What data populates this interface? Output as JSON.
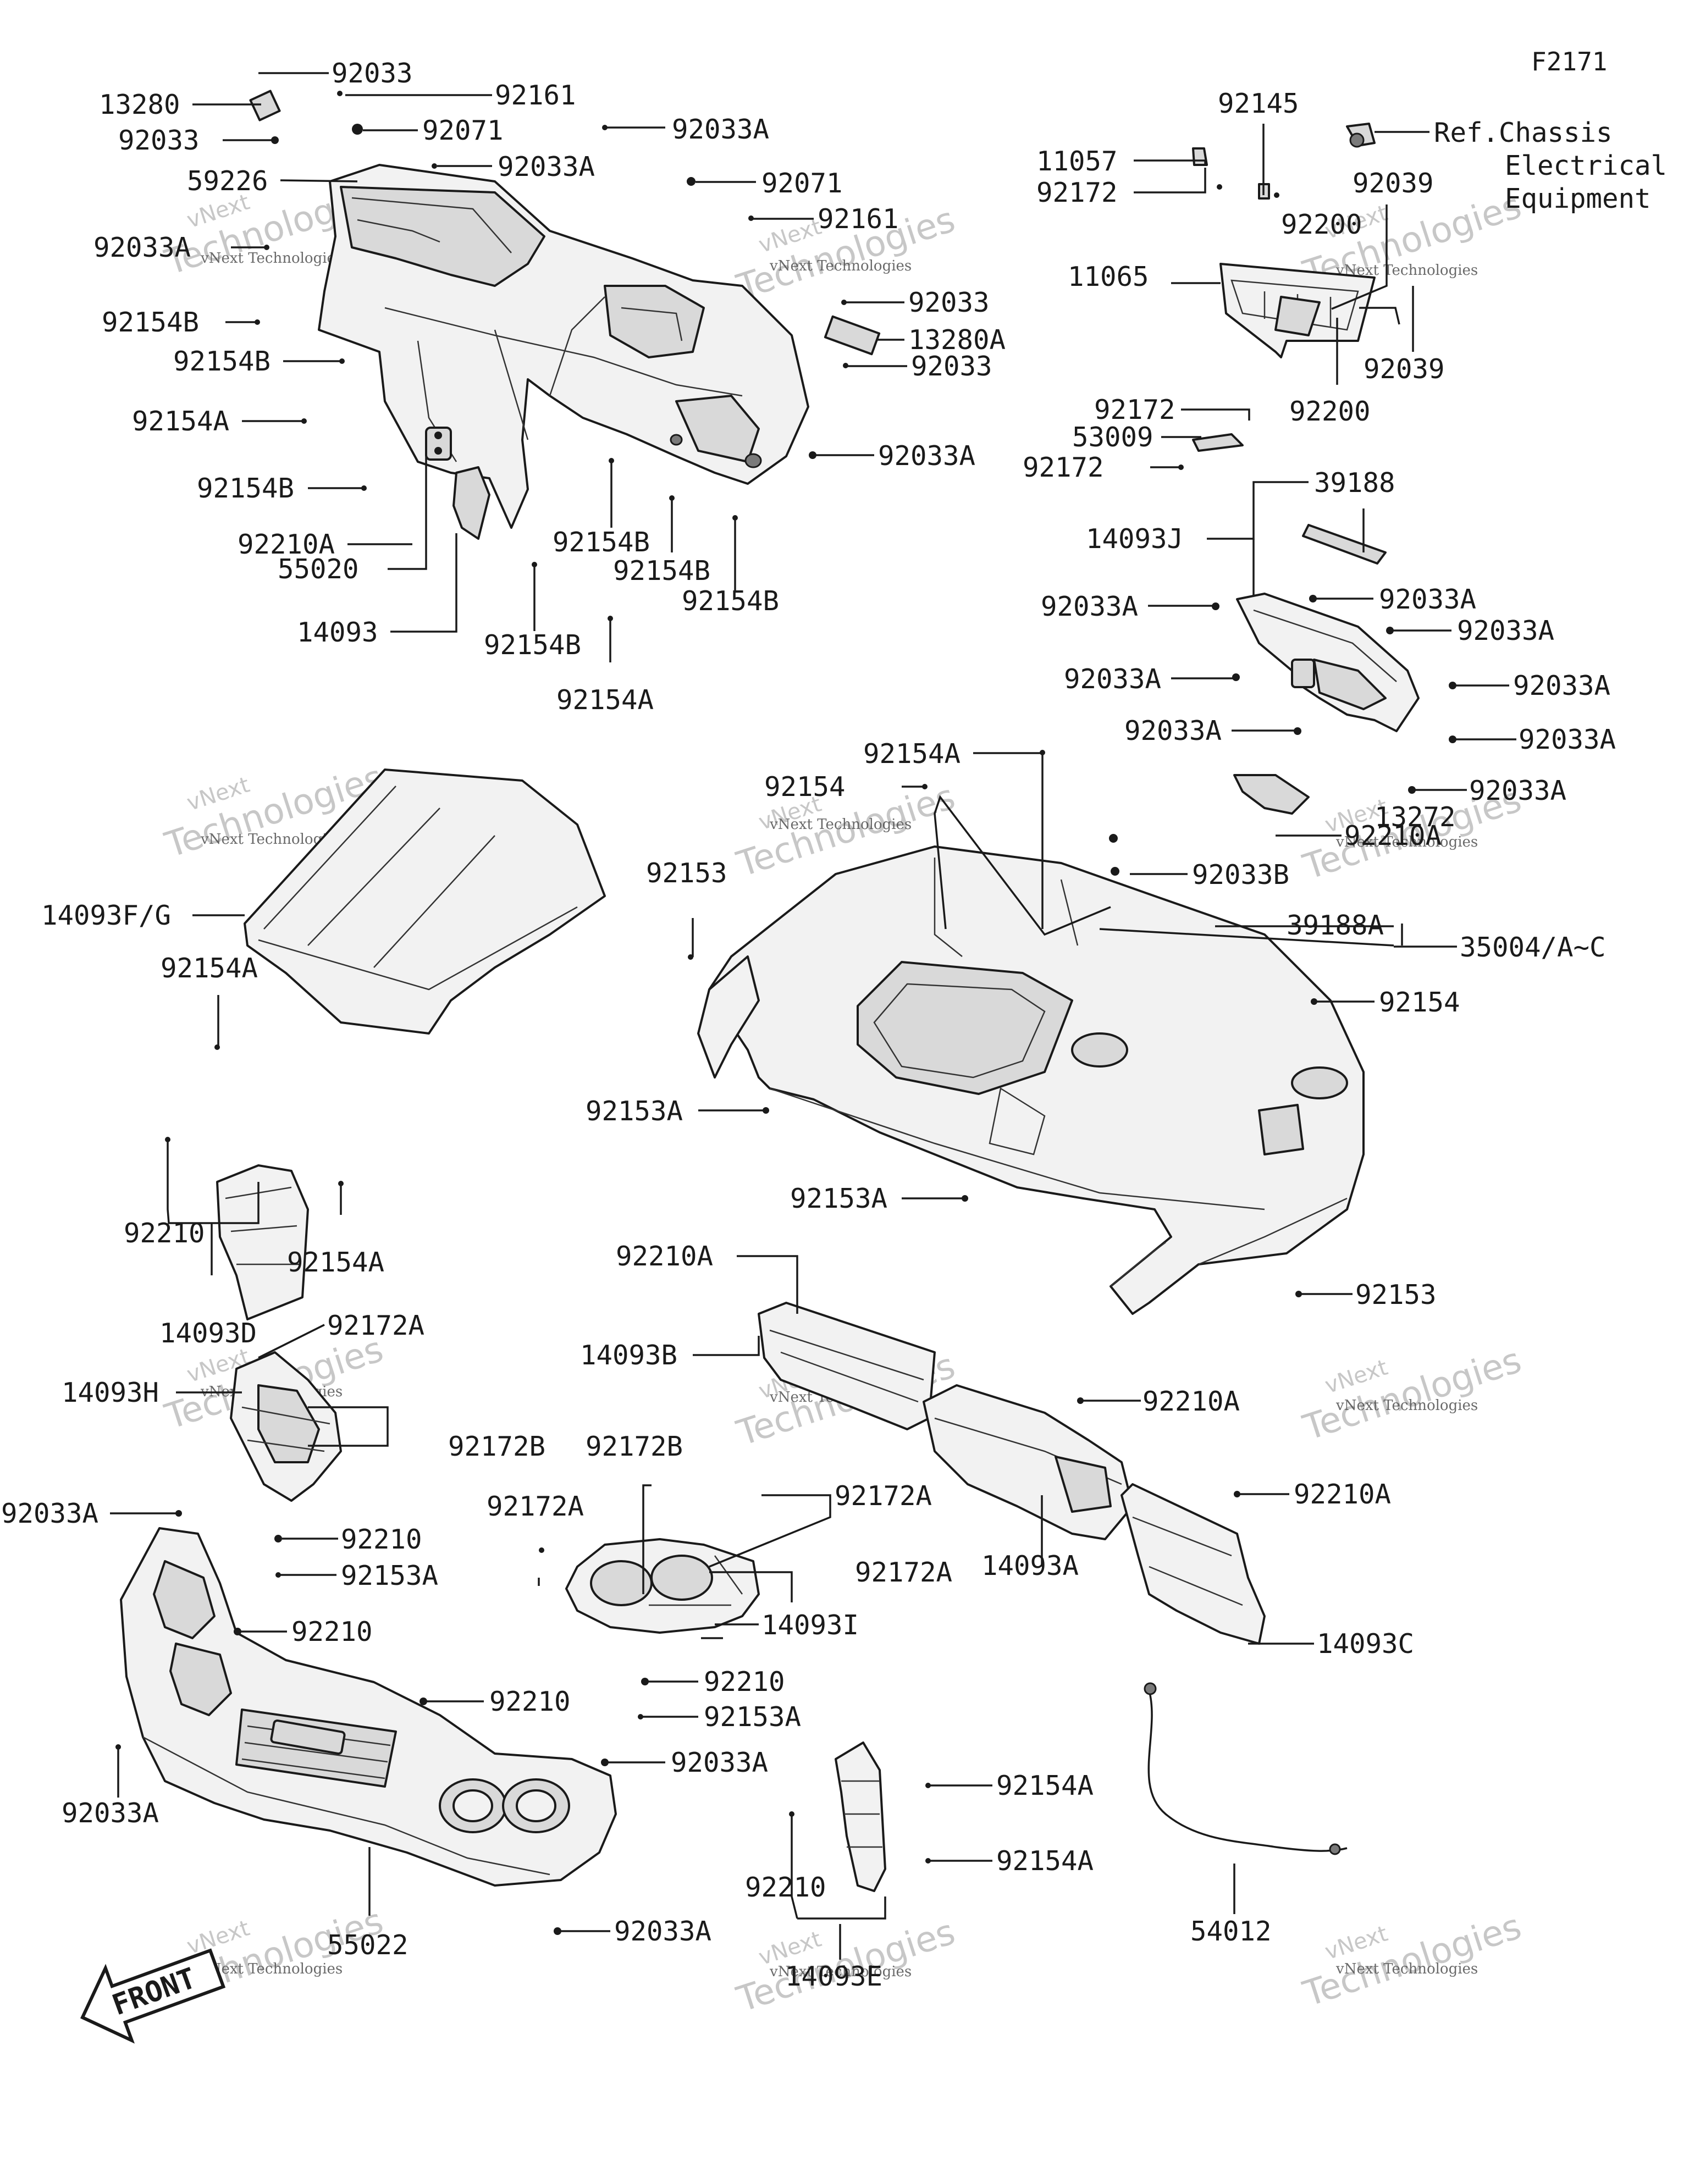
{
  "figure_code": "F2171",
  "reference_note": [
    "Ref.Chassis",
    "Electrical",
    "Equipment"
  ],
  "front_arrow": "FRONT",
  "watermark": {
    "brand": "vNext",
    "line1": "vNext Technologies",
    "line2": "Technologies"
  },
  "part_labels": [
    "92033",
    "13280",
    "92161",
    "92033",
    "92071",
    "92033A",
    "59226",
    "92033A",
    "92071",
    "92161",
    "92033A",
    "92033",
    "13280A",
    "92154B",
    "92033",
    "92154B",
    "92154A",
    "92033A",
    "92154B",
    "92154B",
    "92210A",
    "55020",
    "92154B",
    "92154B",
    "14093",
    "92154B",
    "92154A",
    "92145",
    "11057",
    "92172",
    "92039",
    "92200",
    "11065",
    "92039",
    "92200",
    "92172",
    "53009",
    "92172",
    "39188",
    "14093J",
    "92033A",
    "92033A",
    "92033A",
    "92033A",
    "92033A",
    "92033A",
    "92033A",
    "92033A",
    "13272",
    "92210A",
    "92154A",
    "92154",
    "92153",
    "92033B",
    "14093F/G",
    "39188A",
    "35004/A~C",
    "92154A",
    "92154",
    "92153A",
    "92153A",
    "92210",
    "92154A",
    "14093D",
    "92153",
    "92210A",
    "14093B",
    "92172A",
    "92210A",
    "14093H",
    "92172B",
    "92172B",
    "92210A",
    "92033A",
    "92172A",
    "92172A",
    "92210",
    "92153A",
    "92172A",
    "14093I",
    "14093A",
    "14093C",
    "92210",
    "92210",
    "92153A",
    "92210",
    "92033A",
    "92033A",
    "92154A",
    "92154A",
    "92210",
    "92033A",
    "54012",
    "55022",
    "14093E"
  ]
}
